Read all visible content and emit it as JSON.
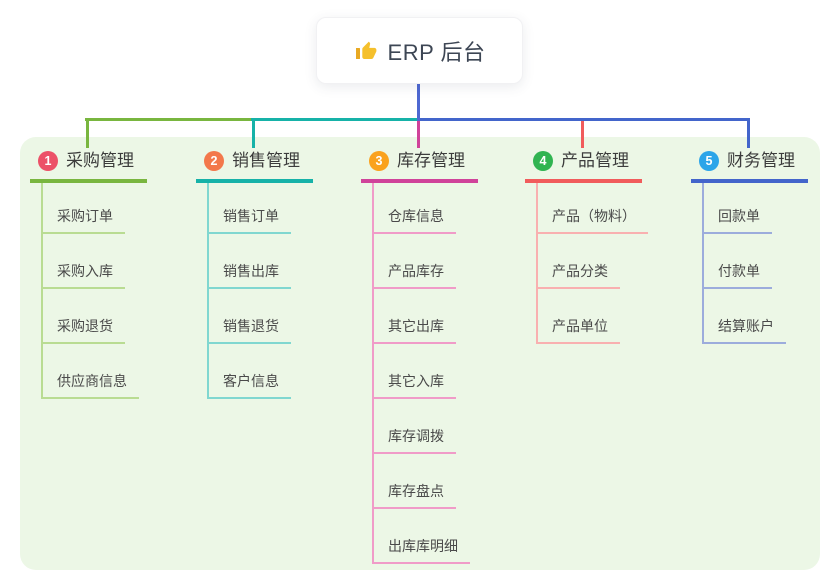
{
  "root": {
    "label": "ERP 后台",
    "icon": "thumbs-up-icon",
    "icon_color": "#f5c02c",
    "line_color": "#4e68d2"
  },
  "panel": {
    "background": "#ecf7e6"
  },
  "branches": [
    {
      "number": "1",
      "label": "采购管理",
      "badge_color": "#ec5168",
      "color": "#79b63f",
      "light_color": "#b9dc92",
      "children": [
        "采购订单",
        "采购入库",
        "采购退货",
        "供应商信息"
      ]
    },
    {
      "number": "2",
      "label": "销售管理",
      "badge_color": "#f3784b",
      "color": "#16b2a8",
      "light_color": "#80d7d0",
      "children": [
        "销售订单",
        "销售出库",
        "销售退货",
        "客户信息"
      ]
    },
    {
      "number": "3",
      "label": "库存管理",
      "badge_color": "#faa21d",
      "color": "#d0439a",
      "light_color": "#f09bc8",
      "children": [
        "仓库信息",
        "产品库存",
        "其它出库",
        "其它入库",
        "库存调拨",
        "库存盘点",
        "出库库明细"
      ]
    },
    {
      "number": "4",
      "label": "产品管理",
      "badge_color": "#30b451",
      "color": "#f15c5c",
      "light_color": "#f9b0b0",
      "children": [
        "产品（物料）",
        "产品分类",
        "产品单位"
      ]
    },
    {
      "number": "5",
      "label": "财务管理",
      "badge_color": "#2ca5e9",
      "color": "#4365cb",
      "light_color": "#9cacdc",
      "children": [
        "回款单",
        "付款单",
        "结算账户"
      ]
    }
  ]
}
